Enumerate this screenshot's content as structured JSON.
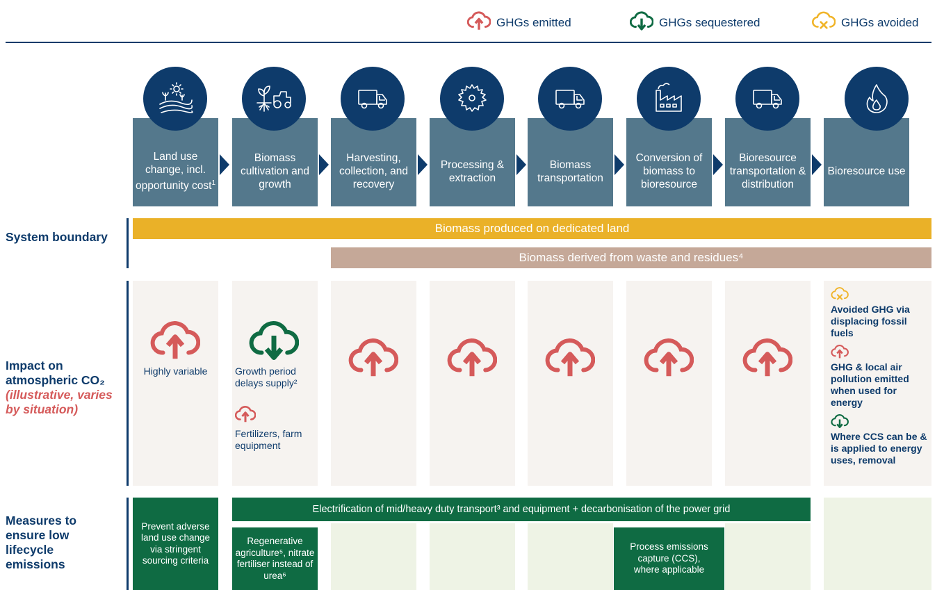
{
  "legend": {
    "emitted": "GHGs emitted",
    "sequestered": "GHGs sequestered",
    "avoided": "GHGs avoided"
  },
  "colors": {
    "navy": "#0e3b6b",
    "stage": "#54788c",
    "emitted": "#d55a5a",
    "sequestered": "#0f6b43",
    "avoided": "#f0b429",
    "dedicated_band": "#eab128",
    "waste_band": "#c5a898"
  },
  "stages": [
    {
      "label": "Land use change, incl. opportunity cost",
      "sup": "1",
      "icon": "land-icon"
    },
    {
      "label": "Biomass cultivation and growth",
      "sup": "",
      "icon": "tractor-plant-icon"
    },
    {
      "label": "Harvesting, collection, and recovery",
      "sup": "",
      "icon": "truck-icon"
    },
    {
      "label": "Processing & extraction",
      "sup": "",
      "icon": "saw-blade-icon"
    },
    {
      "label": "Biomass transportation",
      "sup": "",
      "icon": "truck-icon"
    },
    {
      "label": "Conversion of biomass to bioresource",
      "sup": "",
      "icon": "factory-icon"
    },
    {
      "label": "Bioresource transportation & distribution",
      "sup": "",
      "icon": "truck-icon"
    },
    {
      "label": "Bioresource use",
      "sup": "",
      "icon": "flame-icon"
    }
  ],
  "rows": {
    "system_boundary": "System boundary",
    "impact": "Impact on atmospheric CO₂",
    "impact_note": "(illustrative, varies by situation)",
    "measures": "Measures to ensure low lifecycle emissions"
  },
  "bands": {
    "dedicated": "Biomass produced on dedicated land",
    "waste": "Biomass derived from waste and residues⁴"
  },
  "impact": {
    "col1": "Highly variable",
    "col2_a": "Growth period delays supply²",
    "col2_b": "Fertilizers, farm equipment",
    "last_avoided": "Avoided GHG via displacing fossil fuels",
    "last_emitted": "GHG & local air pollution emitted when used for energy",
    "last_sequestered": "Where CCS can be & is applied to energy uses, removal"
  },
  "measures": {
    "prevent": "Prevent adverse land use change via stringent sourcing criteria",
    "electrification": "Electrification of mid/heavy duty transport³ and equipment + decarbonisation of the power grid",
    "regenerative": "Regenerative agriculture⁵, nitrate fertiliser instead of urea⁶",
    "process": "Process emissions capture (CCS), where applicable"
  }
}
